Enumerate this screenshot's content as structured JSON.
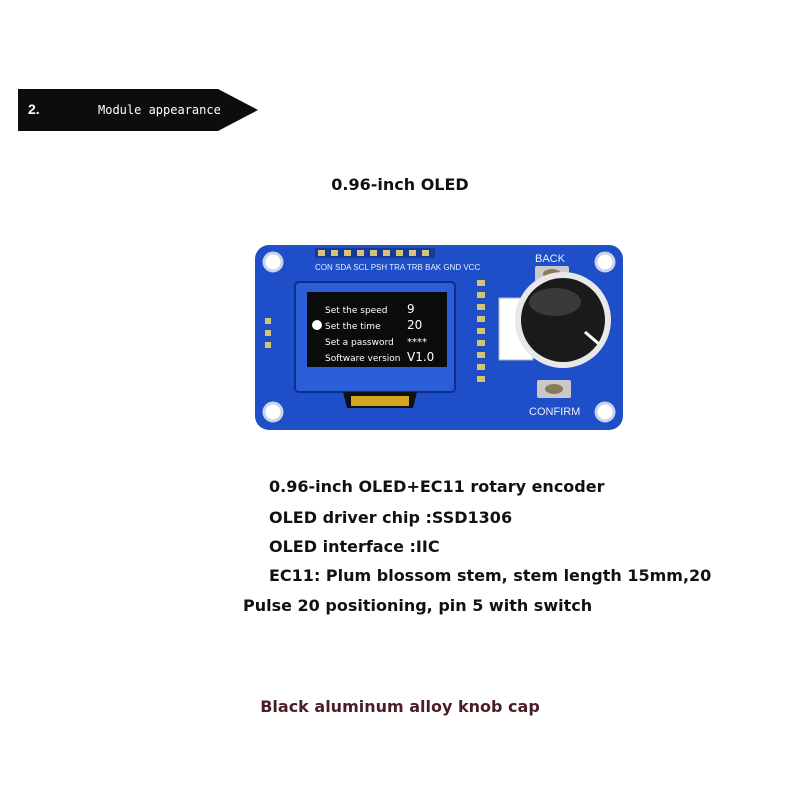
{
  "banner": {
    "number": "2.",
    "title": "Module appearance"
  },
  "heading": "0.96-inch OLED",
  "board": {
    "pin_header_labels": "CON SDA SCL PSH TRA TRB BAK GND VCC",
    "back_label": "BACK",
    "confirm_label": "CONFIRM",
    "oled_menu": [
      {
        "label": "Set the speed",
        "value": "9"
      },
      {
        "label": "Set the time",
        "value": "20"
      },
      {
        "label": "Set a password",
        "value": "****"
      },
      {
        "label": "Software version",
        "value": "V1.0"
      }
    ],
    "colors": {
      "pcb": "#1f4fc8",
      "screen": "#0b0b0b",
      "knob": "#1a1a1a"
    }
  },
  "specs": [
    "0.96-inch OLED+EC11 rotary encoder",
    "OLED driver chip :SSD1306",
    "OLED interface :IIC",
    "EC11: Plum blossom stem, stem length 15mm,20",
    "Pulse 20 positioning, pin 5 with switch"
  ],
  "caption": "Black aluminum alloy knob cap"
}
